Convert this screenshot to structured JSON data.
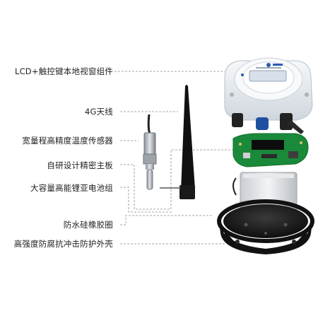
{
  "labels": [
    "LCD+触控键本地视窗组件",
    "4G天线",
    "宽量程高精度温度传感器",
    "自研设计精密主板",
    "大容量高能锂亚电池组",
    "防水硅橡胶圈",
    "高强度防腐抗冲击防护外壳"
  ],
  "colors": {
    "housing": "#e9edf1",
    "lid_blue": "#2a5bb0",
    "pcb_green": "#1a8a3a",
    "gasket_black": "#1b1b1b",
    "leader_line": "#8a8a8a"
  }
}
